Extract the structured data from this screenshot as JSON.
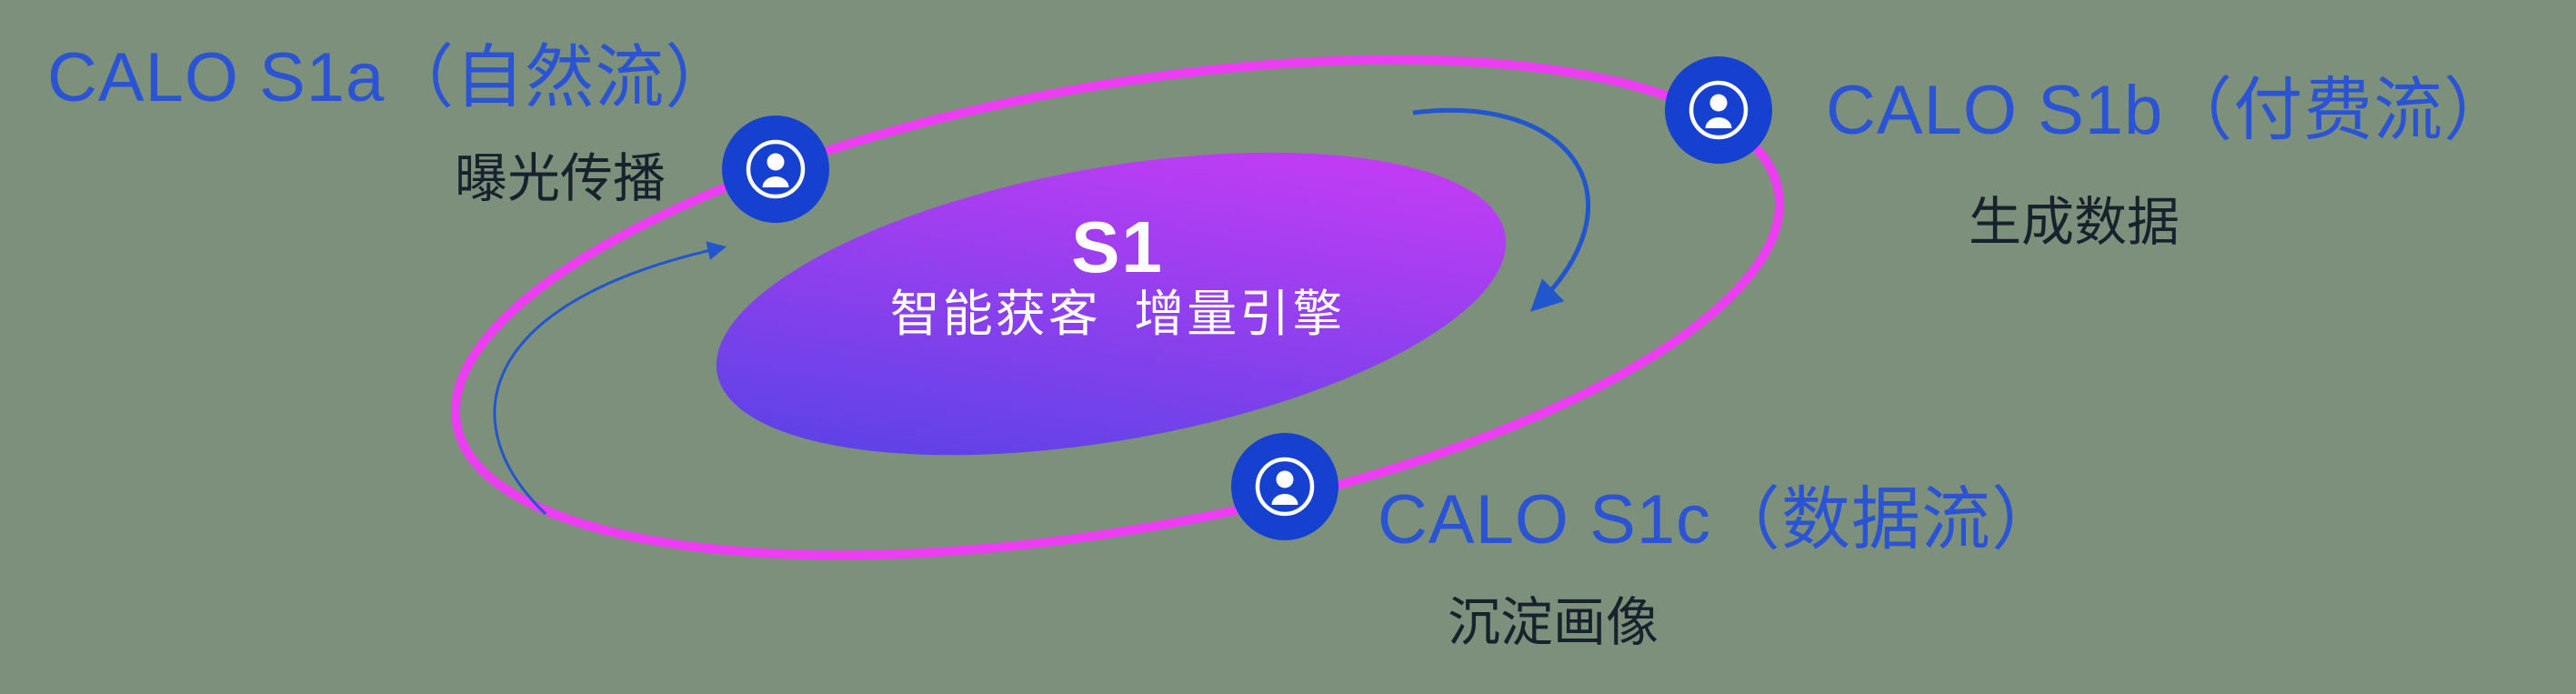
{
  "colors": {
    "background": "#7d907c",
    "orbit_stroke": "#ec3df2",
    "center_grad_start": "#4a44e4",
    "center_grad_end": "#d63bf7",
    "node_fill": "#1540d0",
    "icon_white": "#ffffff",
    "title_blue": "#2a54d4",
    "subtitle_dark": "#18222c",
    "arrow_blue": "#2256cd",
    "center_text": "#ffffff"
  },
  "center": {
    "title": "S1",
    "subtitle": "智能获客  增量引擎"
  },
  "nodes": [
    {
      "id": "s1a",
      "title": "CALO S1a（自然流）",
      "subtitle": "曝光传播",
      "icon": "person-in-circle-icon"
    },
    {
      "id": "s1b",
      "title": "CALO S1b（付费流）",
      "subtitle": "生成数据",
      "icon": "person-in-circle-icon"
    },
    {
      "id": "s1c",
      "title": "CALO S1c（数据流）",
      "subtitle": "沉淀画像",
      "icon": "person-in-circle-icon"
    }
  ]
}
